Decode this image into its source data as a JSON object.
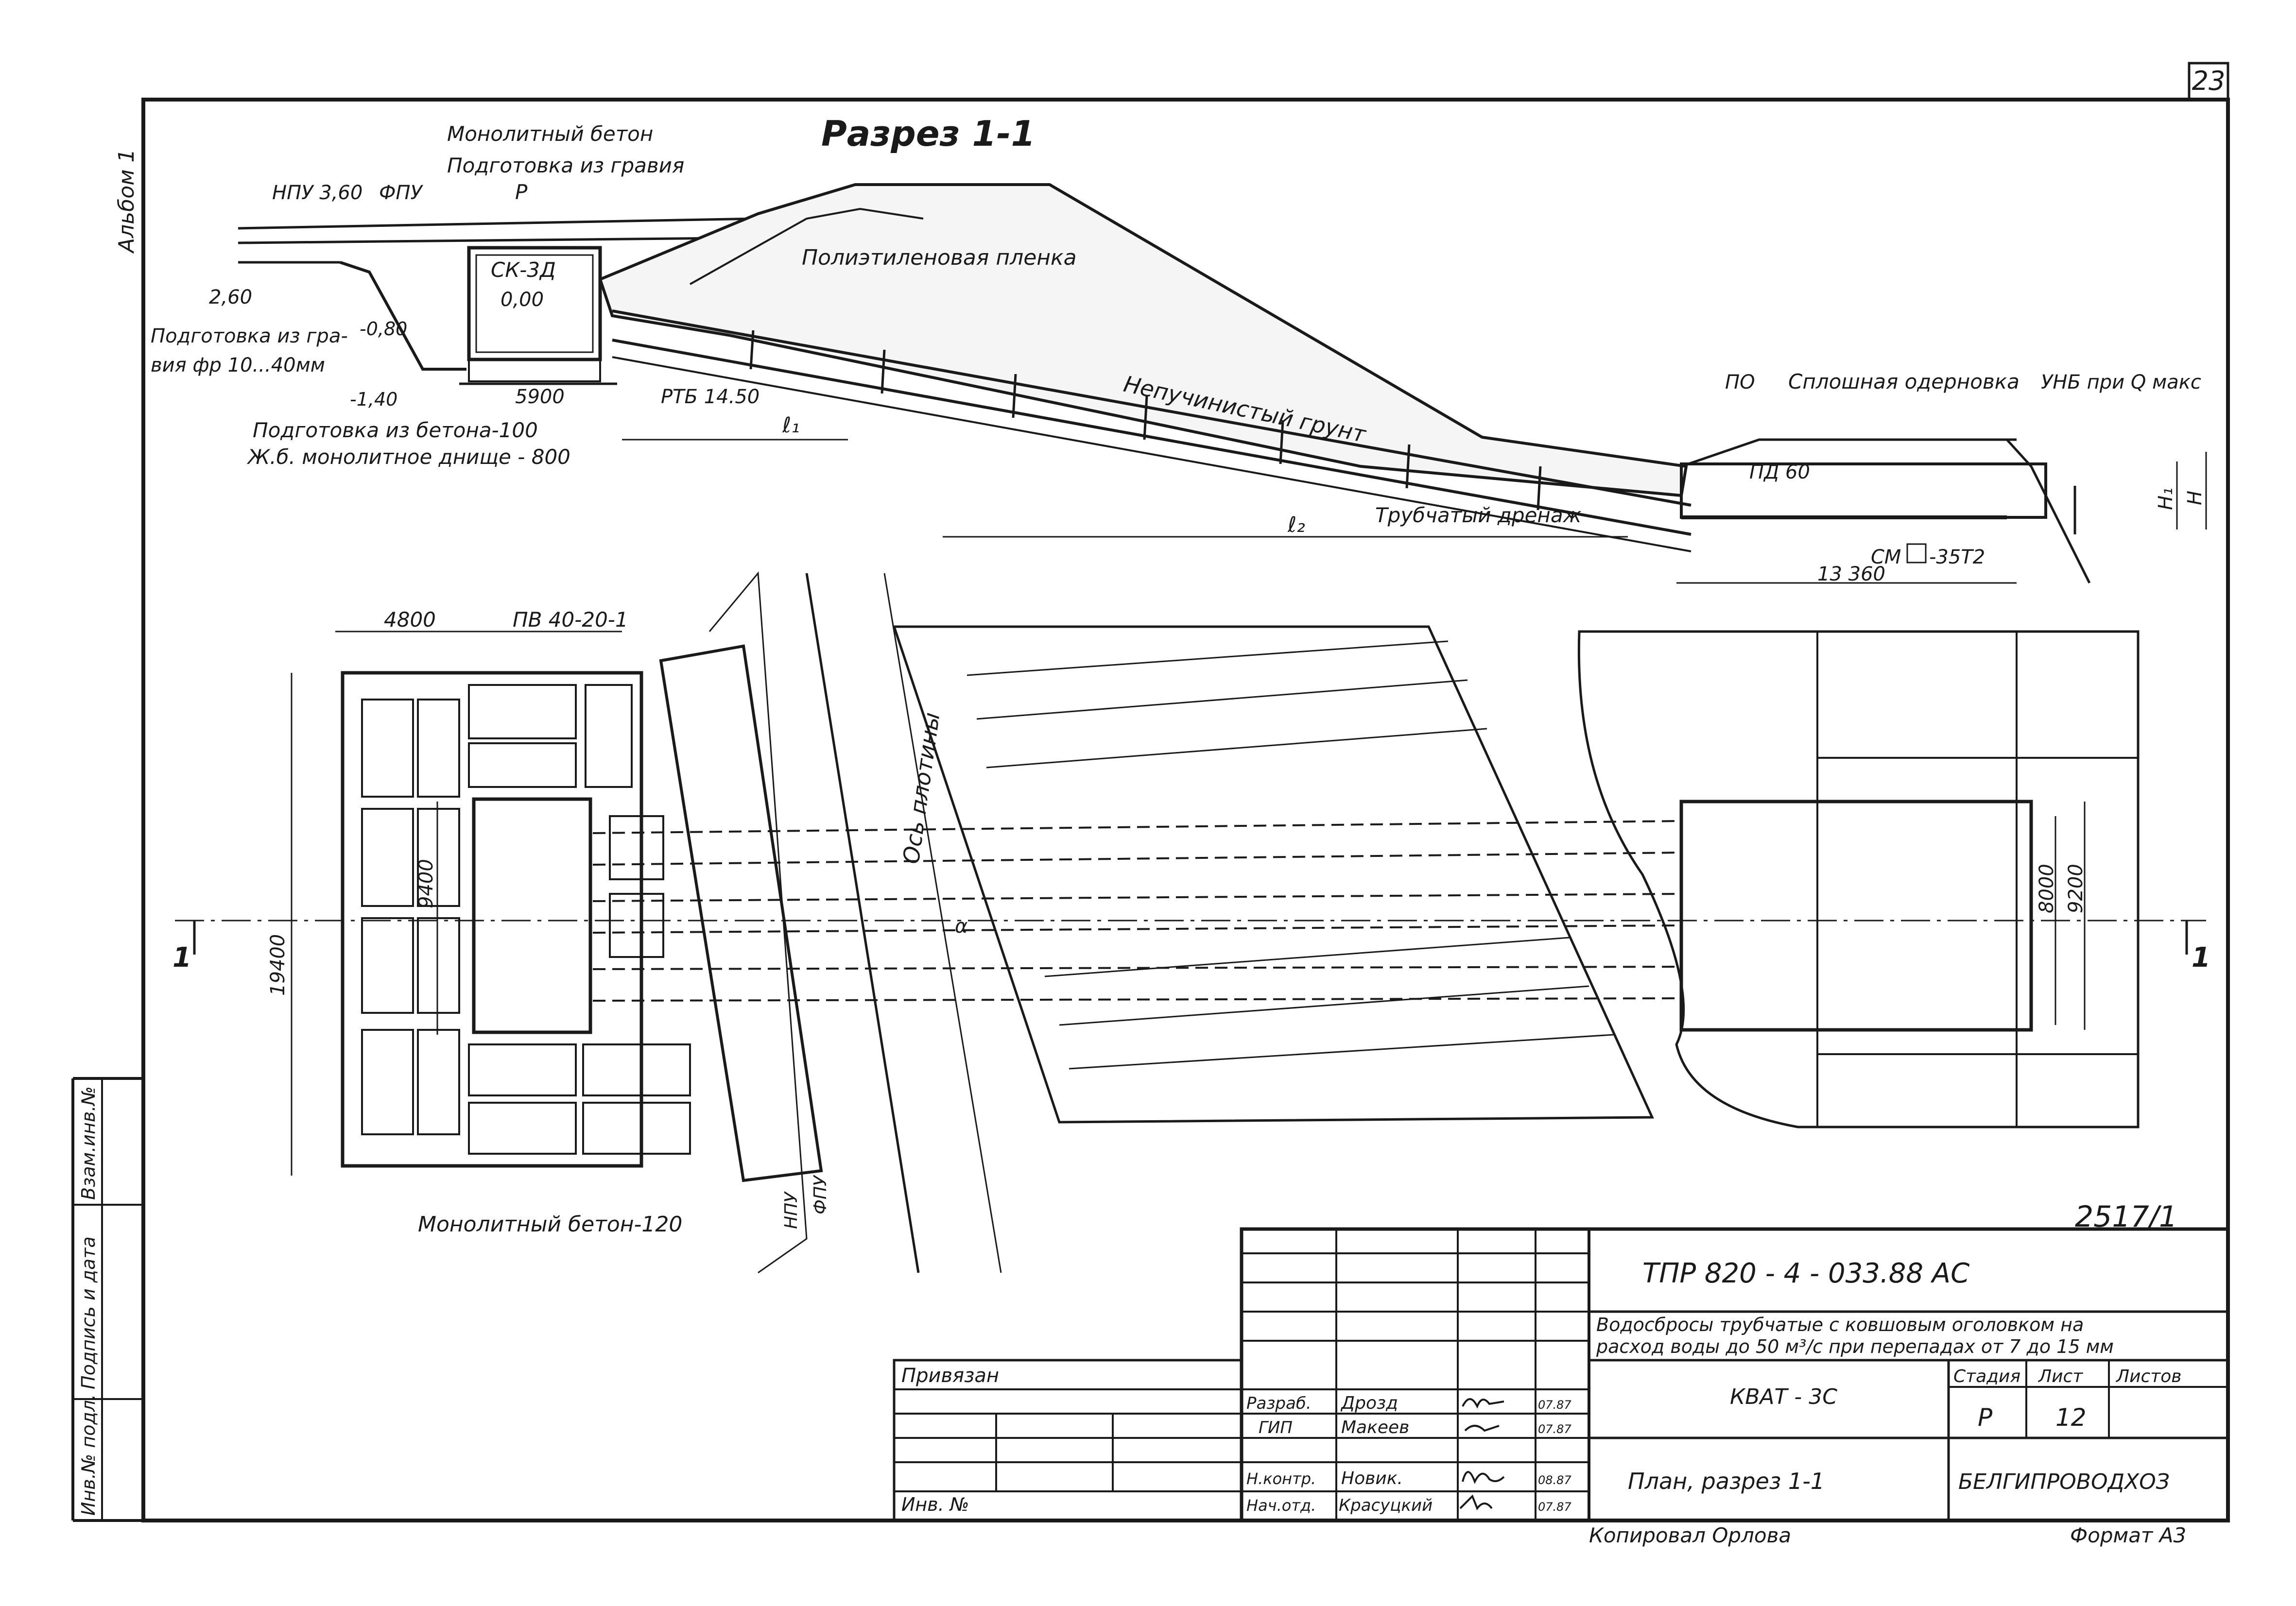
{
  "sheet_number": "23",
  "album_label": "Альбом 1",
  "section_title": "Разрез 1-1",
  "section": {
    "npu_level": "НПУ 3,60",
    "fpu": "ФПУ",
    "level_260": "2,60",
    "level_080": "-0,80",
    "level_140": "-1,40",
    "level_000": "0,00",
    "monolithic_concrete": "Монолитный бетон",
    "gravel_prep": "Подготовка из гравия",
    "p_label": "Р",
    "sk_label": "СК-3Д",
    "poly_film": "Полиэтиленовая пленка",
    "gravel_prep_fr_1": "Подготовка из гра-",
    "gravel_prep_fr_2": "вия фр 10...40мм",
    "concrete_prep": "Подготовка из бетона-100",
    "rc_bottom": "Ж.б. монолитное днище - 800",
    "dim_5900": "5900",
    "rtb": "РТБ 14.50",
    "l1": "ℓ₁",
    "l2": "ℓ₂",
    "nonheaving_soil": "Непучинистый грунт",
    "po": "ПО",
    "solid_sod": "Сплошная одерновка",
    "unb": "УНБ при Q макс",
    "pd60": "ПД 60",
    "tube_drain": "Трубчатый дренаж",
    "sm": "СМ",
    "sm_code": "-35Т2",
    "dim_13360": "13 360",
    "h": "Н",
    "h1": "Н₁"
  },
  "plan": {
    "dim_4800": "4800",
    "pv": "ПВ 40-20-1",
    "dim_9400": "9400",
    "dim_19400": "19400",
    "axis_dam": "Ось плотины",
    "alpha": "α",
    "dim_8000": "8000",
    "dim_9200": "9200",
    "monolithic_120": "Монолитный бетон-120",
    "npu": "НПУ",
    "fpu": "ФПУ",
    "cut_mark": "1"
  },
  "stamp_number": "2517/1",
  "title_block": {
    "code": "ТПР 820 - 4 - 033.88     АС",
    "description_1": "Водосбросы трубчатые с ковшовым оголовком на",
    "description_2": "расход воды до 50 м³/с при перепадах от 7 до 15 мм",
    "object": "КВАТ - 3С",
    "stage_header": "Стадия",
    "sheet_header": "Лист",
    "sheets_header": "Листов",
    "stage": "Р",
    "sheet": "12",
    "org": "БЕЛГИПРОВОДХОЗ",
    "sheet_name": "План, разрез 1-1",
    "bound": "Привязан",
    "inv_no": "Инв. №",
    "roles": [
      {
        "role": "Разраб.",
        "name": "Дрозд",
        "date": "07.87"
      },
      {
        "role": "ГИП",
        "name": "Макеев",
        "date": "07.87"
      },
      {
        "role": "Н.контр.",
        "name": "Новик.",
        "date": "08.87"
      },
      {
        "role": "Нач.отд.",
        "name": "Красуцкий",
        "date": "07.87"
      }
    ],
    "copied": "Копировал Орлова",
    "format": "Формат А3"
  },
  "side_stamp": {
    "inv_orig": "Инв.№ подл.",
    "sign_date": "Подпись и дата",
    "repl_inv": "Взам.инв.№"
  }
}
